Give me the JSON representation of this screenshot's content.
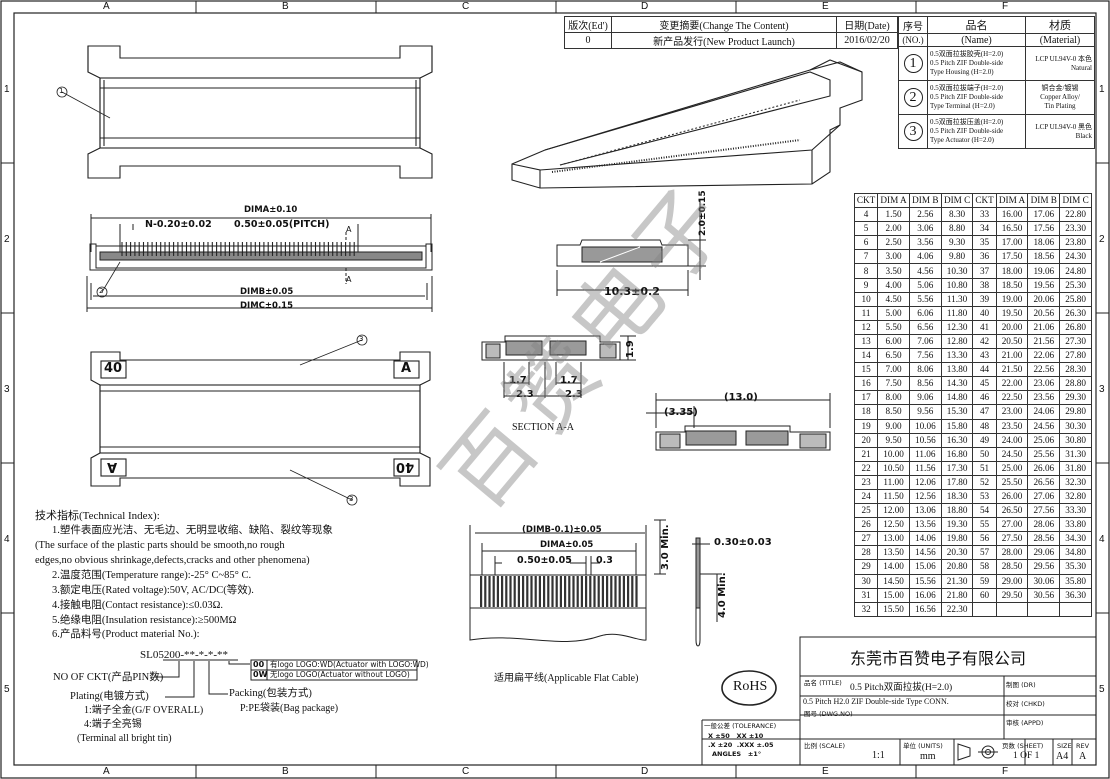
{
  "zones": {
    "columns": [
      "A",
      "B",
      "C",
      "D",
      "E",
      "F"
    ],
    "rows": [
      "1",
      "2",
      "3",
      "4",
      "5"
    ]
  },
  "revision": {
    "headers": [
      "版次(Ed')",
      "变更摘要(Change The Content)",
      "日期(Date)"
    ],
    "rows": [
      [
        "0",
        "新产品发行(New Product Launch)",
        "2016/02/20"
      ]
    ]
  },
  "bom": {
    "headers": {
      "no": "序号",
      "no_en": "(NO.)",
      "name": "品名",
      "name_en": "(Name)",
      "mat": "材质",
      "mat_en": "(Material)"
    },
    "items": [
      {
        "no": "1",
        "name_cn": "0.5双面拉拔胶壳(H=2.0)",
        "name_en1": "0.5 Pitch ZIF Double-side",
        "name_en2": "Type Housing (H=2.0)",
        "mat1": "LCP UL94V-0 本色",
        "mat2": "Natural"
      },
      {
        "no": "2",
        "name_cn": "0.5双面拉拔端子(H=2.0)",
        "name_en1": "0.5 Pitch ZIF Double-side",
        "name_en2": "Type Terminal (H=2.0)",
        "mat1": "铜合金/镀锡",
        "mat2": "Copper Alloy/",
        "mat3": "Tin Plating"
      },
      {
        "no": "3",
        "name_cn": "0.5双面拉拔压盖(H=2.0)",
        "name_en1": "0.5 Pitch ZIF Double-side",
        "name_en2": "Type Actuator (H=2.0)",
        "mat1": "LCP UL94V-0 黑色",
        "mat2": "Black"
      }
    ]
  },
  "dim_table": {
    "headers": [
      "CKT",
      "DIM A",
      "DIM B",
      "DIM C",
      "CKT",
      "DIM A",
      "DIM B",
      "DIM C"
    ],
    "rows": [
      [
        "4",
        "1.50",
        "2.56",
        "8.30",
        "33",
        "16.00",
        "17.06",
        "22.80"
      ],
      [
        "5",
        "2.00",
        "3.06",
        "8.80",
        "34",
        "16.50",
        "17.56",
        "23.30"
      ],
      [
        "6",
        "2.50",
        "3.56",
        "9.30",
        "35",
        "17.00",
        "18.06",
        "23.80"
      ],
      [
        "7",
        "3.00",
        "4.06",
        "9.80",
        "36",
        "17.50",
        "18.56",
        "24.30"
      ],
      [
        "8",
        "3.50",
        "4.56",
        "10.30",
        "37",
        "18.00",
        "19.06",
        "24.80"
      ],
      [
        "9",
        "4.00",
        "5.06",
        "10.80",
        "38",
        "18.50",
        "19.56",
        "25.30"
      ],
      [
        "10",
        "4.50",
        "5.56",
        "11.30",
        "39",
        "19.00",
        "20.06",
        "25.80"
      ],
      [
        "11",
        "5.00",
        "6.06",
        "11.80",
        "40",
        "19.50",
        "20.56",
        "26.30"
      ],
      [
        "12",
        "5.50",
        "6.56",
        "12.30",
        "41",
        "20.00",
        "21.06",
        "26.80"
      ],
      [
        "13",
        "6.00",
        "7.06",
        "12.80",
        "42",
        "20.50",
        "21.56",
        "27.30"
      ],
      [
        "14",
        "6.50",
        "7.56",
        "13.30",
        "43",
        "21.00",
        "22.06",
        "27.80"
      ],
      [
        "15",
        "7.00",
        "8.06",
        "13.80",
        "44",
        "21.50",
        "22.56",
        "28.30"
      ],
      [
        "16",
        "7.50",
        "8.56",
        "14.30",
        "45",
        "22.00",
        "23.06",
        "28.80"
      ],
      [
        "17",
        "8.00",
        "9.06",
        "14.80",
        "46",
        "22.50",
        "23.56",
        "29.30"
      ],
      [
        "18",
        "8.50",
        "9.56",
        "15.30",
        "47",
        "23.00",
        "24.06",
        "29.80"
      ],
      [
        "19",
        "9.00",
        "10.06",
        "15.80",
        "48",
        "23.50",
        "24.56",
        "30.30"
      ],
      [
        "20",
        "9.50",
        "10.56",
        "16.30",
        "49",
        "24.00",
        "25.06",
        "30.80"
      ],
      [
        "21",
        "10.00",
        "11.06",
        "16.80",
        "50",
        "24.50",
        "25.56",
        "31.30"
      ],
      [
        "22",
        "10.50",
        "11.56",
        "17.30",
        "51",
        "25.00",
        "26.06",
        "31.80"
      ],
      [
        "23",
        "11.00",
        "12.06",
        "17.80",
        "52",
        "25.50",
        "26.56",
        "32.30"
      ],
      [
        "24",
        "11.50",
        "12.56",
        "18.30",
        "53",
        "26.00",
        "27.06",
        "32.80"
      ],
      [
        "25",
        "12.00",
        "13.06",
        "18.80",
        "54",
        "26.50",
        "27.56",
        "33.30"
      ],
      [
        "26",
        "12.50",
        "13.56",
        "19.30",
        "55",
        "27.00",
        "28.06",
        "33.80"
      ],
      [
        "27",
        "13.00",
        "14.06",
        "19.80",
        "56",
        "27.50",
        "28.56",
        "34.30"
      ],
      [
        "28",
        "13.50",
        "14.56",
        "20.30",
        "57",
        "28.00",
        "29.06",
        "34.80"
      ],
      [
        "29",
        "14.00",
        "15.06",
        "20.80",
        "58",
        "28.50",
        "29.56",
        "35.30"
      ],
      [
        "30",
        "14.50",
        "15.56",
        "21.30",
        "59",
        "29.00",
        "30.06",
        "35.80"
      ],
      [
        "31",
        "15.00",
        "16.06",
        "21.80",
        "60",
        "29.50",
        "30.56",
        "36.30"
      ],
      [
        "32",
        "15.50",
        "16.56",
        "22.30",
        "",
        "",
        "",
        "",
        ""
      ]
    ]
  },
  "dims": {
    "dima": "DIMA±0.10",
    "n_pitch": "N-0.20±0.02",
    "pitch": "0.50±0.05(PITCH)",
    "dimb": "DIMB±0.05",
    "dimc": "DIMC±0.15",
    "section_a_top": "A",
    "section_a_bottom": "A",
    "side_height": "2.0±0.15",
    "side_width": "10.3±0.2",
    "sec_height": "1.9",
    "sec_17a": "1.7",
    "sec_17b": "1.7",
    "sec_23a": "2.3",
    "sec_23b": "2.3",
    "section_label": "SECTION A-A",
    "open_13": "(13.0)",
    "open_335": "(3.35)",
    "pos40_top": "40",
    "posA_top": "A",
    "posA_bot": "A",
    "pos40_bot": "40",
    "balloon1": "1",
    "balloon2": "2",
    "balloon3": "3"
  },
  "fpc": {
    "dimb_minus": "(DIMB-0.1)±0.05",
    "dima": "DIMA±0.05",
    "pitch": "0.50±0.05",
    "width": "0.3",
    "len_min": "3.0 Min.",
    "len_min2": "4.0 Min.",
    "thick": "0.30±0.03",
    "caption": "适用扁平线(Applicable Flat Cable)"
  },
  "tech": {
    "title": "技术指标(Technical Index):",
    "lines": [
      "1.塑件表面应光洁、无毛边、无明显收缩、缺陷、裂纹等现象",
      "(The surface of the plastic parts should be smooth,no rough",
      "edges,no obvious shrinkage,defects,cracks and other phenomena)",
      "2.温度范围(Temperature range):-25° C~85° C.",
      "3.额定电压(Rated voltage):50V, AC/DC(等效).",
      "4.接触电阻(Contact resistance):≤0.03Ω.",
      "5.绝缘电阻(Insulation resistance):≥500MΩ",
      "6.产品料号(Product material No.):"
    ]
  },
  "partno": {
    "code": "SL05200-**-*-*-**",
    "opt1_code": "00",
    "opt1_text": "有logo LOGO:WD(Actuator with LOGO:WD)",
    "opt2_code": "0W",
    "opt2_text": "无logo LOGO(Actuator without LOGO)",
    "ckt": "NO OF CKT(产品PIN数)",
    "plating": "Plating(电镀方式)",
    "plating1": "1:端子全金(G/F OVERALL)",
    "plating2": "4:端子全亮锡",
    "plating3": "(Terminal all bright tin)",
    "packing": "Packing(包装方式)",
    "packing1": "P:PE袋装(Bag package)"
  },
  "rohs": "RoHS",
  "watermark": "百赞电子",
  "title_block": {
    "company": "东莞市百赞电子有限公司",
    "title_lbl": "品名 (TITLE)",
    "title_cn": "0.5 Pitch双面拉拔(H=2.0)",
    "title_en": "0.5 Pitch H2.0 ZIF Double-side Type CONN.",
    "dwg_lbl": "图号 (DWG.NO)",
    "drawn_lbl": "制图 (DR)",
    "chkd_lbl": "校对 (CHKD)",
    "appd_lbl": "审核 (APPD)",
    "tol_title": "一般公差 (TOLERANCE)",
    "tol1": "X ±50   XX ±10",
    "tol2": ".X ±20  .XXX ±.05",
    "tol3": "ANGLES   ±1°",
    "scale_lbl": "比例 (SCALE)",
    "scale": "1:1",
    "unit_lbl": "单位 (UNITS)",
    "unit": "mm",
    "sheet_lbl": "页数 (SHEET)",
    "sheet": "1 OF 1",
    "size_lbl": "SIZE",
    "size": "A4",
    "rev_lbl": "REV",
    "rev": "A"
  }
}
